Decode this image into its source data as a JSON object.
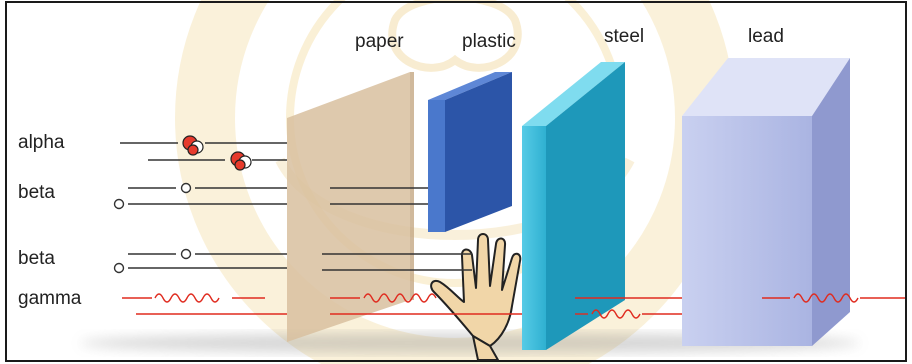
{
  "colors": {
    "border": "#1a1a1a",
    "watermark": "#e3b23c",
    "paper": "#d9bf9c",
    "plastic": "#3f6fc4",
    "steel": "#3bbbd8",
    "lead": "#b9c2e8",
    "gamma_wave": "#e02b1f",
    "track_line": "#333333"
  },
  "materials": {
    "paper": "paper",
    "plastic": "plastic",
    "steel": "steel",
    "lead": "lead"
  },
  "radiation": {
    "alpha": "alpha",
    "beta1": "beta",
    "beta2": "beta",
    "gamma": "gamma"
  },
  "icons": {
    "alpha_particle": "alpha-particle-icon",
    "beta_particle": "beta-particle-icon",
    "hand": "hand-icon",
    "seal": "university-seal-watermark"
  }
}
